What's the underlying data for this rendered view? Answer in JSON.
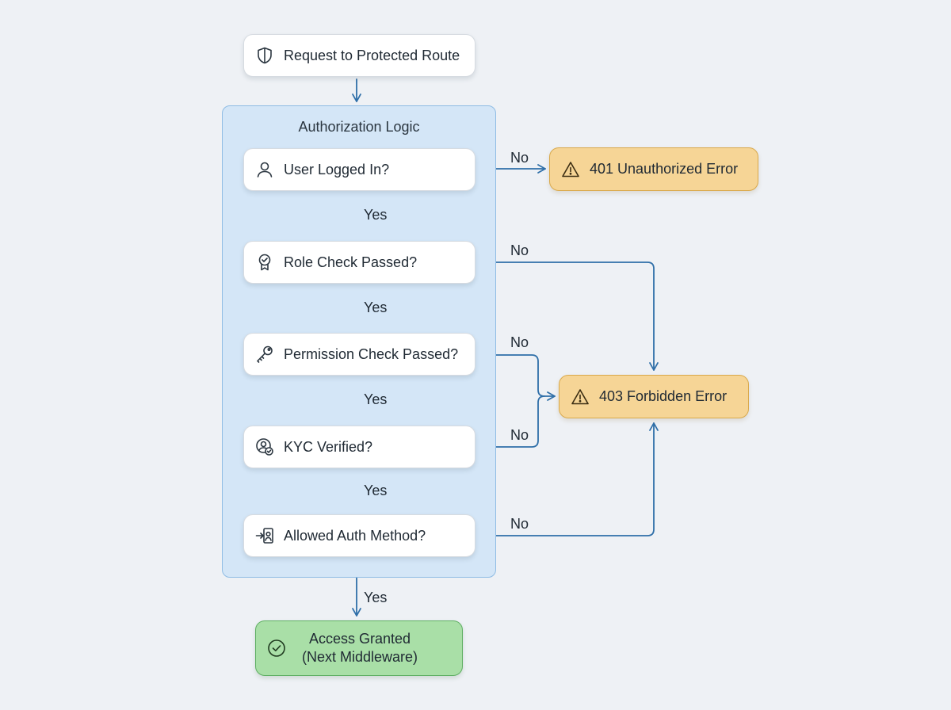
{
  "start": {
    "label": "Request to Protected Route",
    "icon": "shield-icon"
  },
  "group": {
    "title": "Authorization Logic"
  },
  "checks": [
    {
      "label": "User Logged In?",
      "icon": "user-icon"
    },
    {
      "label": "Role Check Passed?",
      "icon": "badge-check-icon"
    },
    {
      "label": "Permission Check Passed?",
      "icon": "key-icon"
    },
    {
      "label": "KYC Verified?",
      "icon": "user-verified-icon"
    },
    {
      "label": "Allowed Auth Method?",
      "icon": "login-icon"
    }
  ],
  "errors": {
    "unauthorized": {
      "label": "401 Unauthorized Error",
      "icon": "warning-icon"
    },
    "forbidden": {
      "label": "403 Forbidden Error",
      "icon": "warning-icon"
    }
  },
  "success": {
    "line1": "Access Granted",
    "line2": "(Next Middleware)",
    "icon": "check-circle-icon"
  },
  "edge_labels": {
    "yes": "Yes",
    "no": "No"
  },
  "colors": {
    "arrow": "#2f6fa8",
    "group_fill": "#d4e6f7",
    "error_fill": "#f6d596",
    "success_fill": "#a9dfa7"
  }
}
